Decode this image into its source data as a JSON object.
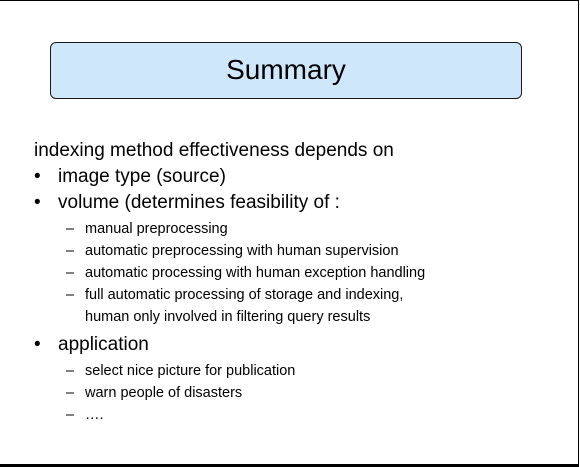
{
  "slide": {
    "title": "Summary",
    "intro": "indexing method effectiveness depends on",
    "bullet_symbol": "•",
    "dash_symbol": "–",
    "items": [
      {
        "label": "image type (source)",
        "subitems": []
      },
      {
        "label": "volume (determines feasibility of :",
        "subitems": [
          {
            "lines": [
              "manual preprocessing"
            ]
          },
          {
            "lines": [
              "automatic preprocessing with human supervision"
            ]
          },
          {
            "lines": [
              "automatic processing with human exception handling"
            ]
          },
          {
            "lines": [
              "full automatic processing of storage and indexing,",
              "human only involved in filtering query results"
            ]
          }
        ]
      },
      {
        "label": "application",
        "subitems": [
          {
            "lines": [
              "select nice picture for publication"
            ]
          },
          {
            "lines": [
              "warn people of disasters"
            ]
          },
          {
            "lines": [
              "…."
            ]
          }
        ]
      }
    ]
  }
}
